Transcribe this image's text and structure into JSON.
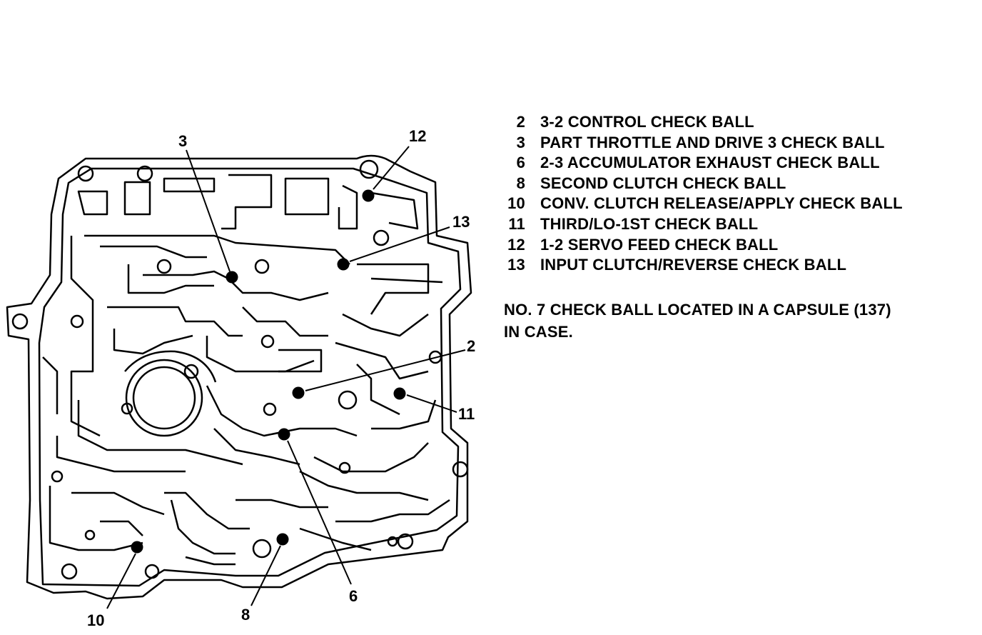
{
  "callouts": {
    "c3": "3",
    "c12": "12",
    "c13": "13",
    "c2": "2",
    "c11": "11",
    "c6": "6",
    "c8": "8",
    "c10": "10"
  },
  "legend": [
    {
      "num": "2",
      "text": "3-2 CONTROL CHECK BALL"
    },
    {
      "num": "3",
      "text": "PART THROTTLE AND DRIVE 3 CHECK BALL"
    },
    {
      "num": "6",
      "text": "2-3 ACCUMULATOR EXHAUST CHECK BALL"
    },
    {
      "num": "8",
      "text": "SECOND CLUTCH CHECK BALL"
    },
    {
      "num": "10",
      "text": "CONV. CLUTCH RELEASE/APPLY CHECK BALL"
    },
    {
      "num": "11",
      "text": "THIRD/LO-1ST CHECK BALL"
    },
    {
      "num": "12",
      "text": "1-2 SERVO FEED CHECK BALL"
    },
    {
      "num": "13",
      "text": "INPUT CLUTCH/REVERSE CHECK BALL"
    }
  ],
  "note": {
    "line1": "NO. 7 CHECK BALL LOCATED IN A CAPSULE (137)",
    "line2": "IN CASE."
  },
  "colors": {
    "ink": "#000000",
    "paper": "#ffffff"
  }
}
